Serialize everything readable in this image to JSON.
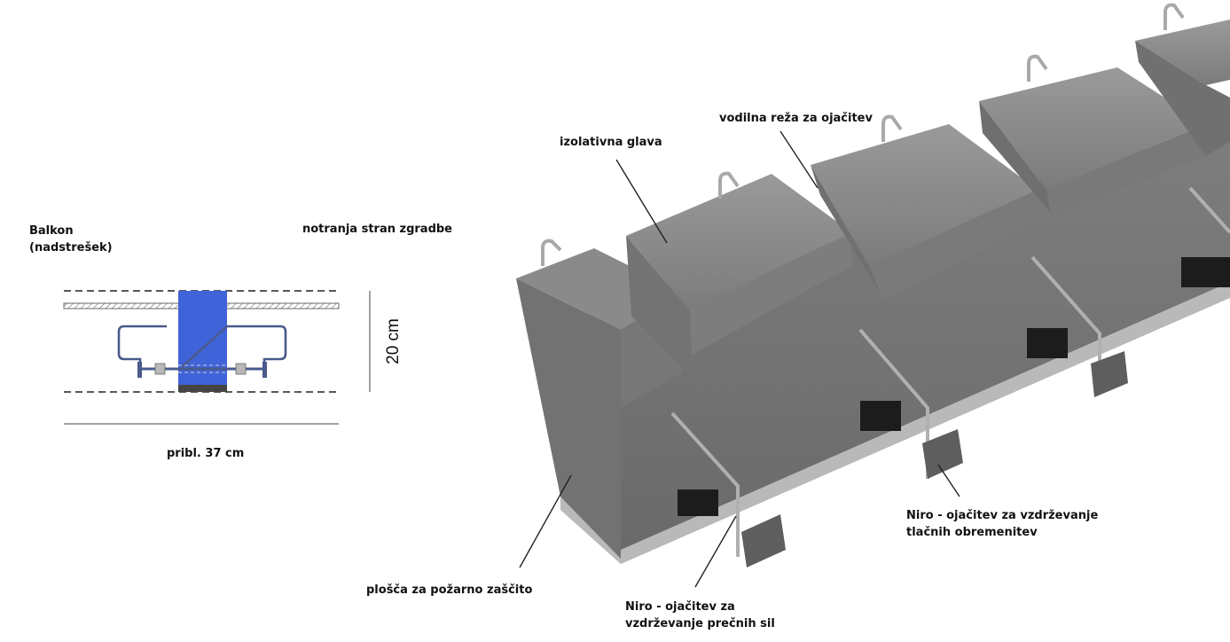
{
  "labels": {
    "balcony_line1": "Balkon",
    "balcony_line2": "(nadstrešek)",
    "interior_side": "notranja stran zgradbe",
    "height": "20 cm",
    "width": "pribl. 37 cm",
    "insulation_head": "izolativna glava",
    "guide_slot": "vodilna reža za ojačitev",
    "fire_plate": "plošča za požarno zaščito",
    "shear_line1": "Niro - ojačitev za",
    "shear_line2": "vzdrževanje prečnih sil",
    "compression_line1": "Niro - ojačitev za vzdrževanje",
    "compression_line2": "tlačnih obremenitev"
  },
  "colors": {
    "insulation_block": "#3f63d8",
    "rebar": "#4a5a8c",
    "concrete_light": "#8e8e8e",
    "concrete_dark": "#6c6c6c",
    "fire_plate": "#b9b9b9",
    "bracket": "#1c1c1c"
  }
}
